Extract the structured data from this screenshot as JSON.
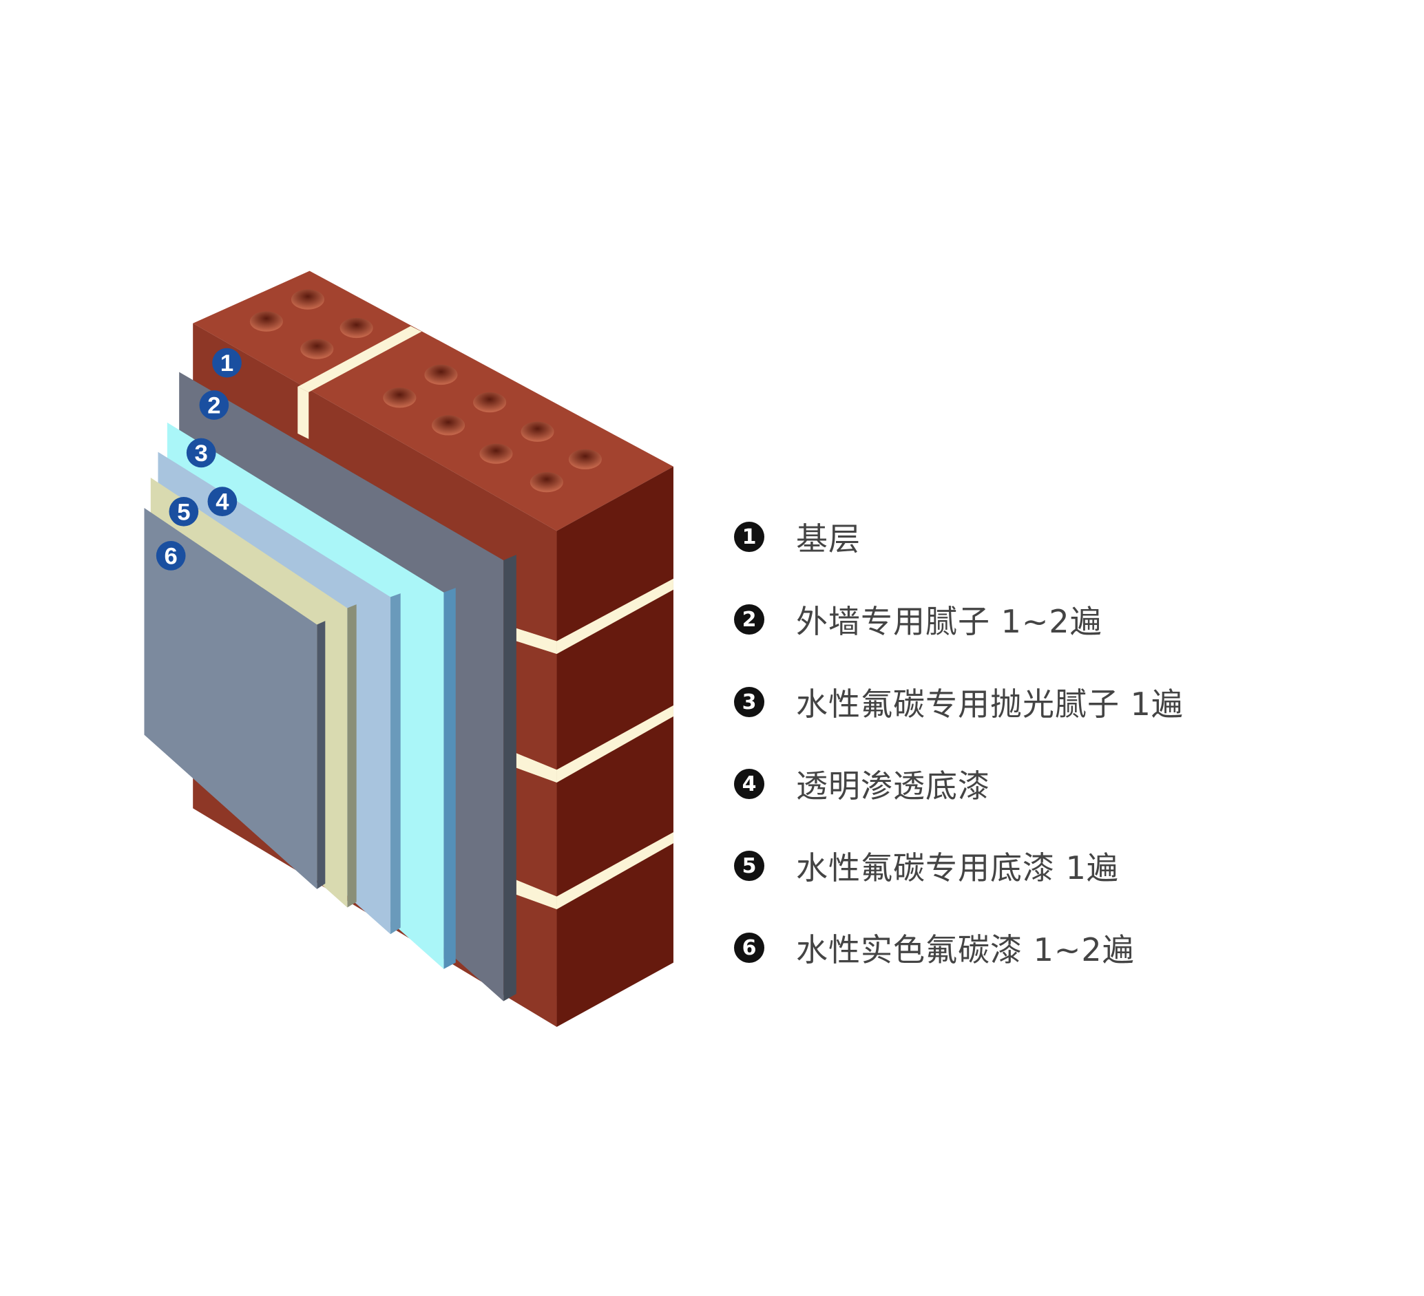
{
  "layers": [
    {
      "number": "1",
      "label": "基层",
      "color": "#9a3a28"
    },
    {
      "number": "2",
      "label": "外墙专用腻子  1~2遍",
      "color": "#6c7282"
    },
    {
      "number": "3",
      "label": "水性氟碳专用抛光腻子  1遍",
      "color": "#aaf6f8"
    },
    {
      "number": "4",
      "label": "透明渗透底漆",
      "color": "#a8c4de"
    },
    {
      "number": "5",
      "label": "水性氟碳专用底漆  1遍",
      "color": "#d9dab0"
    },
    {
      "number": "6",
      "label": "水性实色氟碳漆  1~2遍",
      "color": "#7c8a9e"
    }
  ],
  "colors": {
    "badge": "#1a4fa0",
    "mortar": "#fbf4d6",
    "brick_top": "#a3432f",
    "brick_side": "#661a0e"
  }
}
